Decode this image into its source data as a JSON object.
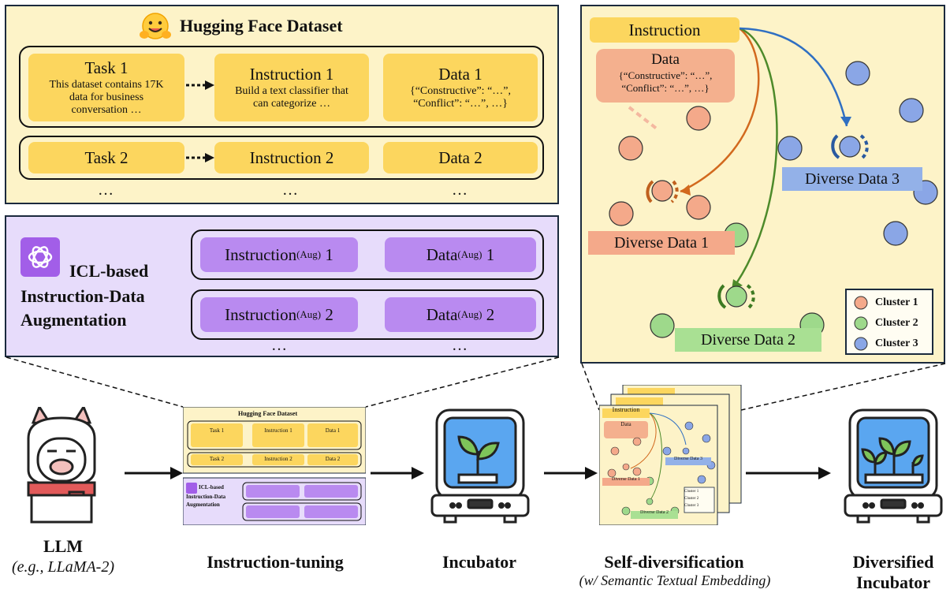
{
  "hf_panel": {
    "title": "Hugging Face Dataset",
    "row1": {
      "task_title": "Task 1",
      "task_body": "This dataset contains 17K data for business conversation …",
      "instr_title": "Instruction 1",
      "instr_body": "Build a text classifier that can categorize …",
      "data_title": "Data 1",
      "data_body": "{“Constructive”: “…”, “Conflict”: “…”, …}"
    },
    "row2": {
      "task": "Task 2",
      "instr": "Instruction 2",
      "data": "Data 2"
    },
    "ellipsis": "…"
  },
  "icl_panel": {
    "title_line1": "ICL-based",
    "title_line2": "Instruction-Data",
    "title_line3": "Augmentation",
    "instr_base": "Instruction",
    "data_base": "Data",
    "aug_sup": "(Aug)",
    "row1_num": "1",
    "row2_num": "2",
    "ellipsis": "…"
  },
  "cluster_panel": {
    "instruction": "Instruction",
    "data_title": "Data",
    "data_body_l1": "{“Constructive”: “…”,",
    "data_body_l2": "“Conflict”: “…”, …}",
    "diverse1": "Diverse Data 1",
    "diverse2": "Diverse Data 2",
    "diverse3": "Diverse Data 3",
    "legend": [
      "Cluster 1",
      "Cluster 2",
      "Cluster 3"
    ]
  },
  "colors": {
    "cluster1": "#f4a98a",
    "cluster2": "#9ed98b",
    "cluster3": "#8aa6e6",
    "arrow1": "#d2691e",
    "arrow2": "#4d8a2a",
    "arrow3": "#2f6fc2"
  },
  "pipeline": {
    "llm_label": "LLM",
    "llm_sub": "(e.g., LLaMA-2)",
    "instr_tuning": "Instruction-tuning",
    "incubator": "Incubator",
    "self_div": "Self-diversification",
    "self_div_sub": "(w/ Semantic Textual Embedding)",
    "diversified_l1": "Diversified",
    "diversified_l2": "Incubator"
  }
}
